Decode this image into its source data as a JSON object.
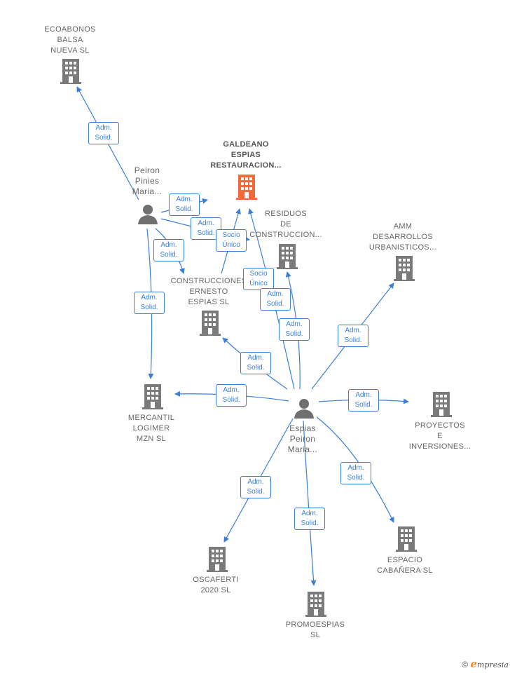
{
  "nodes": {
    "ecoabonos": {
      "lines": [
        "ECOABONOS",
        "BALSA",
        "NUEVA  SL"
      ]
    },
    "galdeano": {
      "lines": [
        "GALDEANO",
        "ESPIAS",
        "RESTAURACION..."
      ]
    },
    "residuos": {
      "lines": [
        "RESIDUOS",
        "DE",
        "CONSTRUCCION..."
      ]
    },
    "amm": {
      "lines": [
        "AMM",
        "DESARROLLOS",
        "URBANISTICOS..."
      ]
    },
    "construcciones": {
      "lines": [
        "CONSTRUCCIONES",
        "ERNESTO",
        "ESPIAS  SL"
      ]
    },
    "mercantil": {
      "lines": [
        "MERCANTIL",
        "LOGIMER",
        "MZN  SL"
      ]
    },
    "proyectos": {
      "lines": [
        "PROYECTOS",
        "E",
        "INVERSIONES..."
      ]
    },
    "espacio": {
      "lines": [
        "ESPACIO",
        "CABAÑERA  SL"
      ]
    },
    "oscaferti": {
      "lines": [
        "OSCAFERTI",
        "2020  SL"
      ]
    },
    "promoespias": {
      "lines": [
        "PROMOESPIAS",
        "SL"
      ]
    },
    "peiron": {
      "lines": [
        "Peiron",
        "Pinies",
        "Maria..."
      ]
    },
    "espias": {
      "lines": [
        "Espias",
        "Peiron",
        "Maria..."
      ]
    }
  },
  "badges": {
    "b1": [
      "Adm.",
      "Solid."
    ],
    "b2": [
      "Adm.",
      "Solid."
    ],
    "b3": [
      "Adm.",
      "Solid."
    ],
    "b4": [
      "Adm.",
      "Solid."
    ],
    "b5": [
      "Adm.",
      "Solid."
    ],
    "b6": [
      "Socio",
      "Único"
    ],
    "b7": [
      "Socio",
      "Único"
    ],
    "b8": [
      "Adm.",
      "Solid."
    ],
    "b9": [
      "Adm.",
      "Solid."
    ],
    "b10": [
      "Adm.",
      "Solid."
    ],
    "b11": [
      "Adm.",
      "Solid."
    ],
    "b12": [
      "Adm.",
      "Solid."
    ],
    "b13": [
      "Adm.",
      "Solid."
    ],
    "b14": [
      "Adm.",
      "Solid."
    ],
    "b15": [
      "Adm.",
      "Solid."
    ],
    "b16": [
      "Adm.",
      "Solid."
    ]
  },
  "colors": {
    "edge": "#3a7fd5",
    "building": "#7a7a7a",
    "highlight": "#f26b3a",
    "person": "#6f6f6f"
  },
  "footer": {
    "copyright": "©",
    "brand_initial": "e",
    "brand_rest": "mpresia"
  }
}
